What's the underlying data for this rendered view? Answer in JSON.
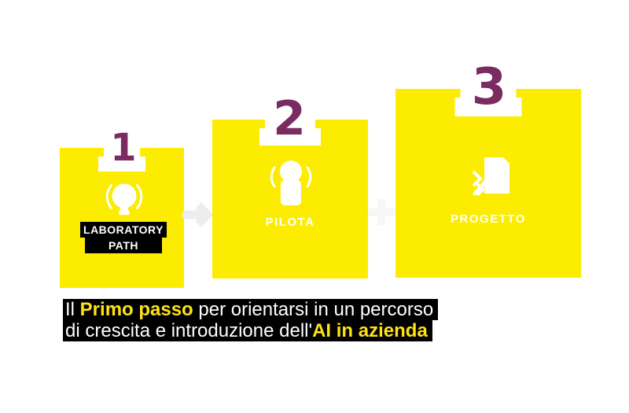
{
  "colors": {
    "block-yellow": "#FCEC00",
    "number-purple": "#7A2B61",
    "bar-black": "#000000",
    "text-white": "#FFFFFF",
    "caption-yellow": "#FFE212",
    "arrow-gray": "#EDEDED",
    "plus-gray": "#F7F7F7"
  },
  "steps": [
    {
      "number": "1",
      "label_lines": [
        "LABORATORY",
        "PATH"
      ],
      "icon": "lightbulb-icon"
    },
    {
      "number": "2",
      "label_lines": [
        "PILOTA"
      ],
      "icon": "pilot-icon"
    },
    {
      "number": "3",
      "label_lines": [
        "PROGETTO"
      ],
      "icon": "project-document-icon"
    }
  ],
  "caption": {
    "line1_parts": [
      "Il ",
      "Primo passo",
      " per orientarsi in un percorso"
    ],
    "line2_parts": [
      "di crescita e introduzione dell'",
      "AI in azienda"
    ]
  }
}
